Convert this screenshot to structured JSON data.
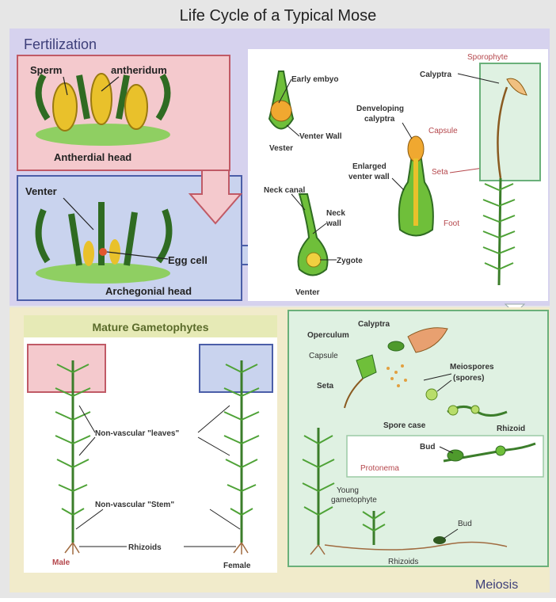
{
  "title": "Life Cycle of a Typical Mose",
  "sections": {
    "fertilization": "Fertilization",
    "meiosis": "Meiosis",
    "mature_gametophytes": "Mature Gametophytes"
  },
  "antheridial": {
    "sperm": "Sperm",
    "antheridum": "antheridum",
    "head": "Antherdial head"
  },
  "archegonial": {
    "venter": "Venter",
    "egg_cell": "Egg cell",
    "head": "Archegonial head"
  },
  "embryo": {
    "early_embryo": "Early embyo",
    "venter_wall": "Venter Wall",
    "venter": "Vester",
    "neck_canal": "Neck canal",
    "neck_wall_1": "Neck",
    "neck_wall_2": "wall",
    "zygote": "Zygote",
    "venter_bottom": "Venter",
    "developing_1": "Denveloping",
    "developing_2": "calyptra",
    "enlarged_1": "Enlarged",
    "enlarged_2": "venter wall",
    "capsule": "Capsule",
    "seta": "Seta",
    "foot": "Foot",
    "calyptra": "Calyptra",
    "sporophyte": "Sporophyte"
  },
  "gametophytes": {
    "leaves": "Non-vascular \"leaves\"",
    "stem": "Non-vascular \"Stem\"",
    "rhizoids": "Rhizoids",
    "male": "Male",
    "female": "Female"
  },
  "meiosis_panel": {
    "calyptra": "Calyptra",
    "operculum": "Operculum",
    "capsule": "Capsule",
    "seta": "Seta",
    "meiospores_1": "Meiospores",
    "meiospores_2": "(spores)",
    "spore_case": "Spore case",
    "rhizoid": "Rhizoid",
    "bud": "Bud",
    "protonema": "Protonema",
    "young_1": "Young",
    "young_2": "gametophyte",
    "bud_2": "Bud",
    "rhizoids": "Rhizoids"
  },
  "colors": {
    "pink_box": "#f4c9cd",
    "blue_box": "#c9d3ee",
    "purple_band": "#d6d2ee",
    "yellow_band": "#f1ebcb",
    "mint_box": "#dff1e2",
    "plant_green": "#3f8f2e",
    "label_red": "#b5474c"
  }
}
